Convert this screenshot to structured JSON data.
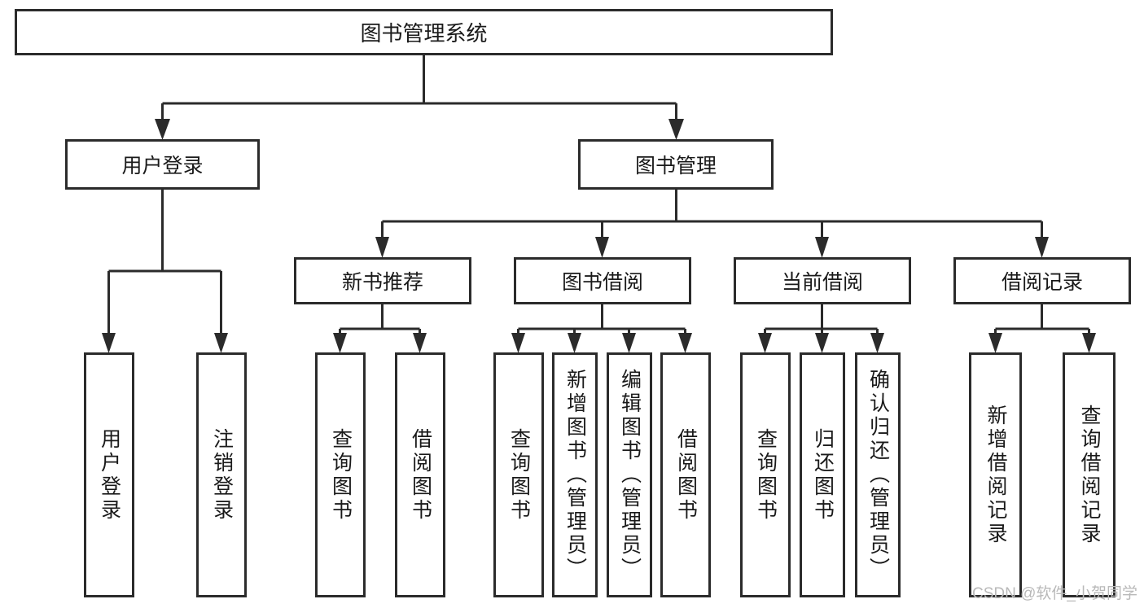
{
  "diagram": {
    "title": "图书管理系统",
    "type": "tree-hierarchy-diagram",
    "colors": {
      "box_stroke": "#2b2b2b",
      "box_fill": "#ffffff",
      "text": "#1a1a1a",
      "background": "#ffffff",
      "watermark": "#b9b9b9"
    },
    "root": {
      "label": "图书管理系统"
    },
    "level2": [
      {
        "label": "用户登录"
      },
      {
        "label": "图书管理"
      }
    ],
    "level3": [
      {
        "label": "新书推荐"
      },
      {
        "label": "图书借阅"
      },
      {
        "label": "当前借阅"
      },
      {
        "label": "借阅记录"
      }
    ],
    "leaves": {
      "user_login": [
        {
          "label": "用户登录"
        },
        {
          "label": "注销登录"
        }
      ],
      "new_book_recommend": [
        {
          "label": "查询图书"
        },
        {
          "label": "借阅图书"
        }
      ],
      "book_borrow": [
        {
          "label": "查询图书"
        },
        {
          "label": "新增图书（管理员）"
        },
        {
          "label": "编辑图书（管理员）"
        },
        {
          "label": "借阅图书"
        }
      ],
      "current_borrow": [
        {
          "label": "查询图书"
        },
        {
          "label": "归还图书"
        },
        {
          "label": "确认归还（管理员）"
        }
      ],
      "borrow_record": [
        {
          "label": "新增借阅记录"
        },
        {
          "label": "查询借阅记录"
        }
      ]
    }
  },
  "watermark": {
    "text": "CSDN @软件_小贺同学"
  }
}
